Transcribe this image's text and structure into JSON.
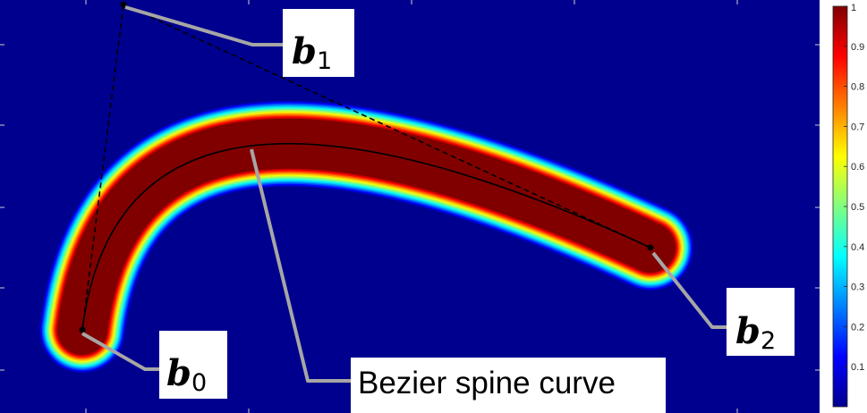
{
  "diagram": {
    "colors": {
      "background": "#00008f",
      "core": "#800000",
      "spine": "#000000",
      "control_polygon": "#000000",
      "leader": "#a6a6a6"
    },
    "control_points": [
      {
        "name": "b",
        "subscript": "0"
      },
      {
        "name": "b",
        "subscript": "1"
      },
      {
        "name": "b",
        "subscript": "2"
      }
    ],
    "callout": "Bezier spine curve"
  },
  "colorbar": {
    "colormap": "jet",
    "range": [
      0,
      1
    ],
    "ticks": [
      "0.1",
      "0.2",
      "0.3",
      "0.4",
      "0.5",
      "0.6",
      "0.7",
      "0.8",
      "0.9",
      "1"
    ]
  }
}
